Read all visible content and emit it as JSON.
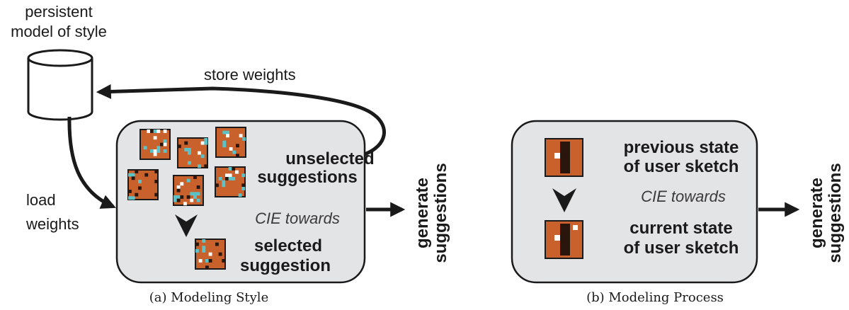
{
  "left": {
    "db_label_line1": "persistent",
    "db_label_line2": "model of style",
    "store_label": "store weights",
    "load_label_line1": "load",
    "load_label_line2": "weights",
    "unselected_line1": "unselected",
    "unselected_line2": "suggestions",
    "cie_label": "CIE towards",
    "selected_line1": "selected",
    "selected_line2": "suggestion",
    "output_line1": "generate",
    "output_line2": "suggestions",
    "caption": "(a) Modeling Style"
  },
  "right": {
    "prev_line1": "previous state",
    "prev_line2": "of user sketch",
    "cie_label": "CIE towards",
    "curr_line1": "current state",
    "curr_line2": "of user sketch",
    "output_line1": "generate",
    "output_line2": "suggestions",
    "caption": "(b) Modeling Process"
  },
  "colors": {
    "tile": "#c8612b",
    "panel": "#e3e4e6",
    "cyan": "#5bc3c8",
    "dark": "#2a150c",
    "stroke": "#1a1a1a"
  }
}
